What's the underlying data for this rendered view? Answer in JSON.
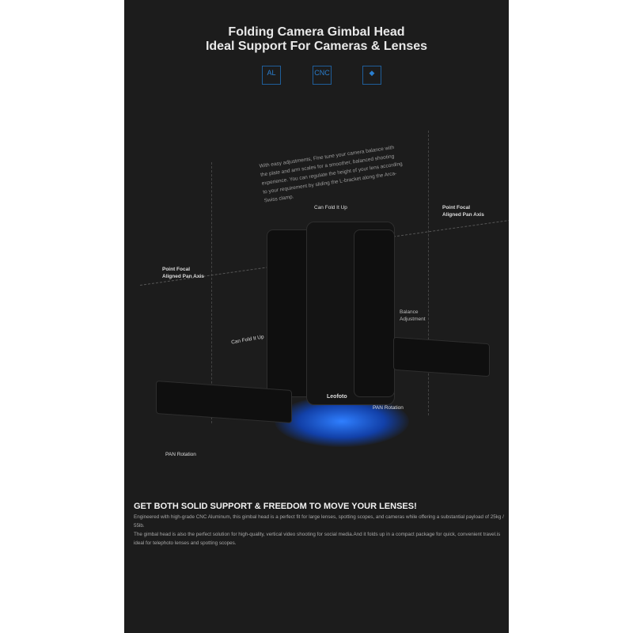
{
  "header": {
    "title_line1": "Folding Camera Gimbal Head",
    "title_line2": "Ideal Support For Cameras & Lenses"
  },
  "badges": [
    {
      "icon": "aluminium-icon",
      "text": "AL"
    },
    {
      "icon": "cnc-icon",
      "text": "CNC"
    },
    {
      "icon": "diamond-icon",
      "text": ""
    }
  ],
  "accent_color": "#2a7fd0",
  "callouts": {
    "adjust_note": "With easy adjustments, Fine tune your camera balance with the plate and arm scales for a smoother, balanced shooting experience. You can regulate the height of your lens according to your requirement by sliding the L-bracket along the Arca-Swiss clamp.",
    "fold_top": "Can Fold It Up",
    "fold_left": "Can Fold It Up",
    "focal_left_1": "Point Focal",
    "focal_left_2": "Aligned Pan Axis",
    "focal_right_1": "Point Focal",
    "focal_right_2": "Aligned Pan Axis",
    "balance_1": "Balance",
    "balance_2": "Adjustment",
    "pan_right": "PAN Rotation",
    "pan_left": "PAN Rotation",
    "brand": "Leofoto"
  },
  "footer": {
    "heading": "GET BOTH SOLID SUPPORT & FREEDOM TO MOVE YOUR LENSES!",
    "p1": "Engineered with high-grade CNC Aluminum, this gimbal head is a perfect fit for large lenses, spotting scopes, and cameras while offering a substantial payload of 25kg / 55lb.",
    "p2": "The gimbal head is also the perfect solution for high-quality, vertical video shooting for social media.And it folds up in a compact package for quick, convenient travel.is ideal for telephoto lenses and spotting scopes."
  }
}
